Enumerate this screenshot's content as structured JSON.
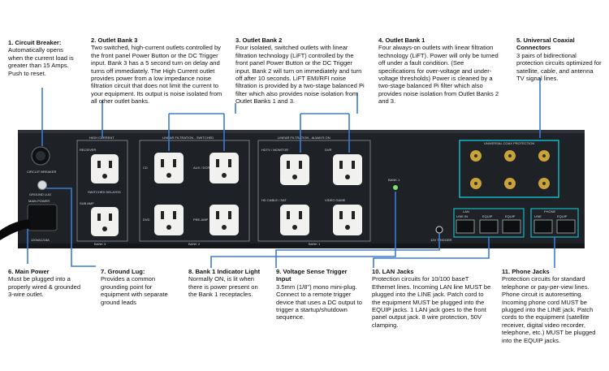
{
  "callouts": [
    {
      "title": "1. Circuit Breaker:",
      "desc": "Automatically opens when the current load is greater than 15 Amps. Push to reset."
    },
    {
      "title": "2. Outlet Bank 3",
      "desc": "Two switched, high-current outlets controlled by the front panel Power Button or the DC Trigger input. Bank 3 has a 5 second turn on delay and turns off immediately. The High Current outlet provides power from a low impedance noise filtration circuit that does not limit the current to your equipment. Its output is noise isolated from all other outlet banks."
    },
    {
      "title": "3. Outlet Bank 2",
      "desc": "Four isolated, switched outlets with linear filtration technology (LiFT) controlled by the front panel Power Button or the DC Trigger input. Bank 2 will turn on immediately and turn off after 10 seconds. LiFT EMI/RFI noise filtration is provided by a two-stage balanced Pi filter which also provides noise isolation from Outlet Banks 1 and 3."
    },
    {
      "title": "4. Outlet Bank 1",
      "desc": "Four always-on outlets with linear filtration technology (LiFT). Power will only be turned off under a fault condition. (See specifications for over-voltage and under-voltage thresholds) Power is cleaned by a two-stage balanced Pi filter which also provides noise isolation from Outlet Banks 2 and 3."
    },
    {
      "title": "5. Universal Coaxial Connectors",
      "desc": "3 pairs of bidirectional protection circuits optimized for satellite, cable, and antenna TV signal lines."
    },
    {
      "title": "6. Main Power",
      "desc": "Must be plugged into a properly wired & grounded 3-wire outlet."
    },
    {
      "title": "7. Ground Lug:",
      "desc": "Provides a common grounding point for equipment with separate ground leads"
    },
    {
      "title": "8. Bank 1 Indicator Light",
      "desc": "Normally ON, is lit when there is power present on the Bank 1 receptacles."
    },
    {
      "title": "9. Voltage Sense Trigger Input",
      "desc": "3.5mm (1/8\") mono mini-plug. Connect to a remote trigger device that uses a DC output to trigger a startup/shutdown sequence."
    },
    {
      "title": "10. LAN Jacks",
      "desc": "Protection circuits for 10/100 baseT Ethernet lines. Incoming LAN line MUST be plugged into the LINE jack. Patch cord to the equipment MUST be plugged into the EQUIP jacks. 1 LAN jack goes to the front panel output jack. 8 wire protection, 50V clamping."
    },
    {
      "title": "11. Phone Jacks",
      "desc": "Protection circuits for standard telephone or pay-per-view lines. Phone circuit is autoresetting. Incoming phone cord MUST be plugged into the LINE jack. Patch cords to the equipment (satellite receiver, digital video recorder, telephone, etc.) MUST be plugged into the EQUIP jacks."
    }
  ],
  "panel": {
    "left_labels": [
      "CIRCUIT BREAKER",
      "GROUND LUG",
      "MAIN POWER",
      "120VAC/15A"
    ],
    "bank3": {
      "header": "HIGH CURRENT",
      "footer": "BANK 3",
      "outlets": [
        "RECEIVER",
        "SUB AMP"
      ],
      "note": "SWITCHED DELAYED"
    },
    "bank2": {
      "header": "LINEAR FILTRATION - SWITCHED",
      "footer": "BANK 2",
      "outlets": [
        "CD",
        "AUX / DCR",
        "DVD",
        "PRE-AMP"
      ]
    },
    "bank1": {
      "header": "LINEAR FILTRATION - ALWAYS ON",
      "footer": "BANK 1",
      "outlets": [
        "HDTV / MONITOR",
        "DVR",
        "HD CABLE / SAT",
        "VIDEO GAME"
      ]
    },
    "indicator_label": "BANK 1",
    "trigger_label": "12V TRIGGER",
    "coax_header": "UNIVERSAL COAX PROTECTION",
    "lan": {
      "header": "LAN",
      "jacks": [
        "LINE IN",
        "EQUIP",
        "EQUIP"
      ]
    },
    "phone": {
      "header": "PHONE",
      "jacks": [
        "LINE",
        "EQUIP"
      ]
    }
  },
  "colors": {
    "line": "#3b7bd8",
    "panel": "#1f2328",
    "coax_outline": "#18b4c4"
  }
}
